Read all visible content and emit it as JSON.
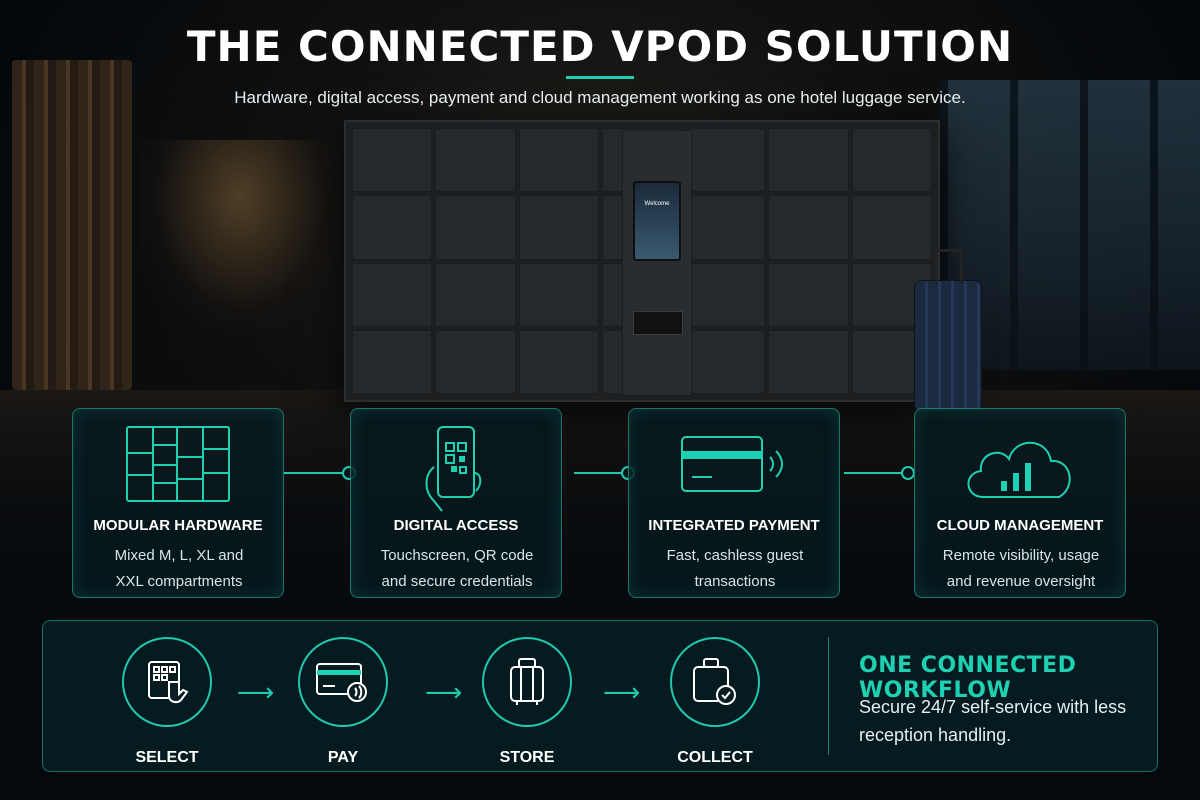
{
  "header": {
    "title": "THE CONNECTED VPOD SOLUTION",
    "subtitle": "Hardware, digital access, payment and cloud management working as one hotel luggage service."
  },
  "kiosk": {
    "screen_text": "Welcome"
  },
  "features": [
    {
      "title": "MODULAR HARDWARE",
      "line1": "Mixed M, L, XL and",
      "line2": "XXL compartments",
      "icon": "locker-grid-icon"
    },
    {
      "title": "DIGITAL ACCESS",
      "line1": "Touchscreen, QR code",
      "line2": "and secure credentials",
      "icon": "phone-qr-icon"
    },
    {
      "title": "INTEGRATED PAYMENT",
      "line1": "Fast, cashless guest",
      "line2": "transactions",
      "icon": "contactless-card-icon"
    },
    {
      "title": "CLOUD MANAGEMENT",
      "line1": "Remote visibility, usage",
      "line2": "and revenue oversight",
      "icon": "cloud-chart-icon"
    }
  ],
  "workflow": {
    "steps": [
      {
        "label": "SELECT",
        "icon": "keypad-touch-icon"
      },
      {
        "label": "PAY",
        "icon": "card-tap-icon"
      },
      {
        "label": "STORE",
        "icon": "luggage-icon"
      },
      {
        "label": "COLLECT",
        "icon": "bag-check-icon"
      }
    ],
    "title": "ONE CONNECTED WORKFLOW",
    "description": "Secure 24/7 self-service with less reception handling."
  },
  "colors": {
    "accent": "#1fd1b3",
    "panel": "#061a20",
    "background": "#05090d"
  }
}
